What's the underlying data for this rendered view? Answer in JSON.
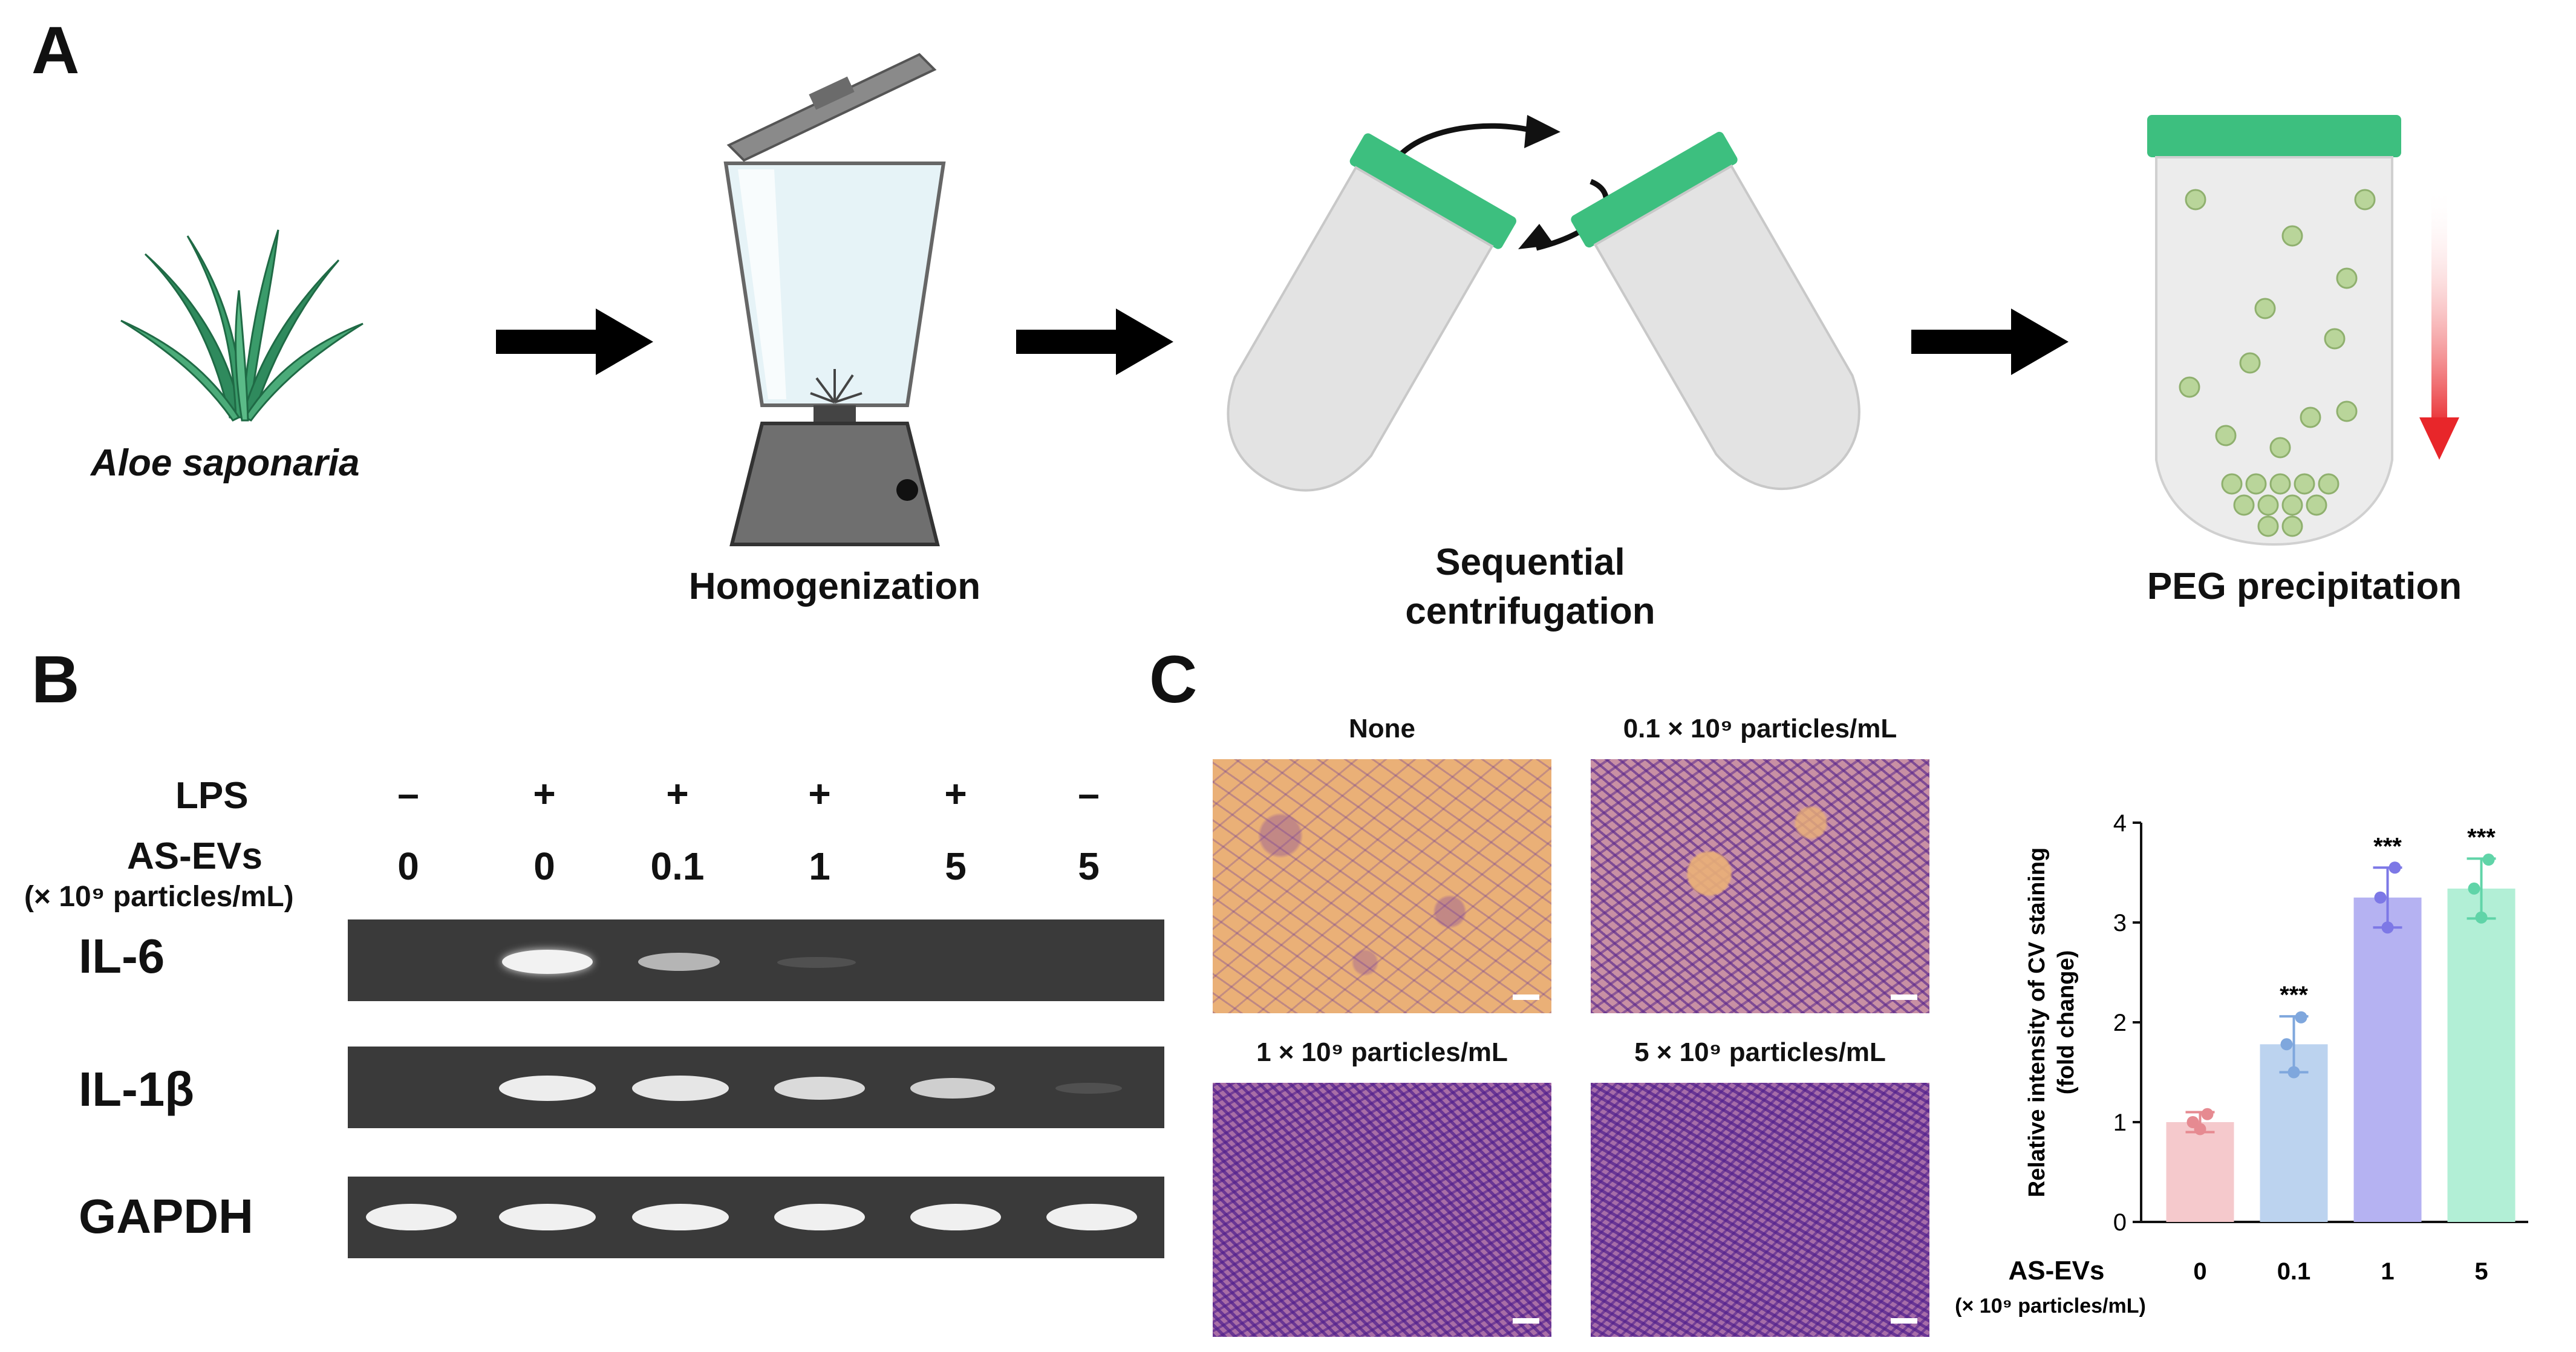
{
  "panels": {
    "a": "A",
    "b": "B",
    "c": "C"
  },
  "panel_a": {
    "plant_label": "Aloe saponaria",
    "steps": [
      "Homogenization",
      "Sequential centrifugation",
      "PEG precipitation"
    ]
  },
  "panel_b": {
    "row_labels": {
      "lps": "LPS",
      "asevs": "AS-EVs",
      "unit": "(× 10⁹ particles/mL)"
    },
    "lps": [
      "–",
      "+",
      "+",
      "+",
      "+",
      "–"
    ],
    "asevs": [
      "0",
      "0",
      "0.1",
      "1",
      "5",
      "5"
    ],
    "genes": [
      "IL-6",
      "IL-1β",
      "GAPDH"
    ]
  },
  "panel_c": {
    "micrograph_titles": [
      "None",
      "0.1 × 10⁹ particles/mL",
      "1 × 10⁹ particles/mL",
      "5 × 10⁹ particles/mL"
    ],
    "x_title": "AS-EVs",
    "x_unit": "(× 10⁹ particles/mL)"
  },
  "chart_data": {
    "type": "bar",
    "categories": [
      "0",
      "0.1",
      "1",
      "5"
    ],
    "values": [
      1.0,
      1.78,
      3.25,
      3.34
    ],
    "errors": [
      0.1,
      0.28,
      0.3,
      0.3
    ],
    "points": [
      [
        1.0,
        0.93,
        1.08
      ],
      [
        1.78,
        1.5,
        2.05
      ],
      [
        3.25,
        2.95,
        3.55
      ],
      [
        3.34,
        3.05,
        3.63
      ]
    ],
    "significance": [
      "",
      "***",
      "***",
      "***"
    ],
    "ylabel": "Relative intensity of CV staining (fold change)",
    "ylabel_line1": "Relative intensity of CV staining",
    "ylabel_line2": "(fold change)",
    "ylim": [
      0,
      4
    ],
    "yticks": [
      "0",
      "1",
      "2",
      "3",
      "4"
    ],
    "colors": [
      "#f5c9cc",
      "#bcd3ef",
      "#b5b2f2",
      "#b2efd6"
    ],
    "point_colors": [
      "#e68a91",
      "#7fa7dd",
      "#7d78e6",
      "#60d4a8"
    ]
  }
}
